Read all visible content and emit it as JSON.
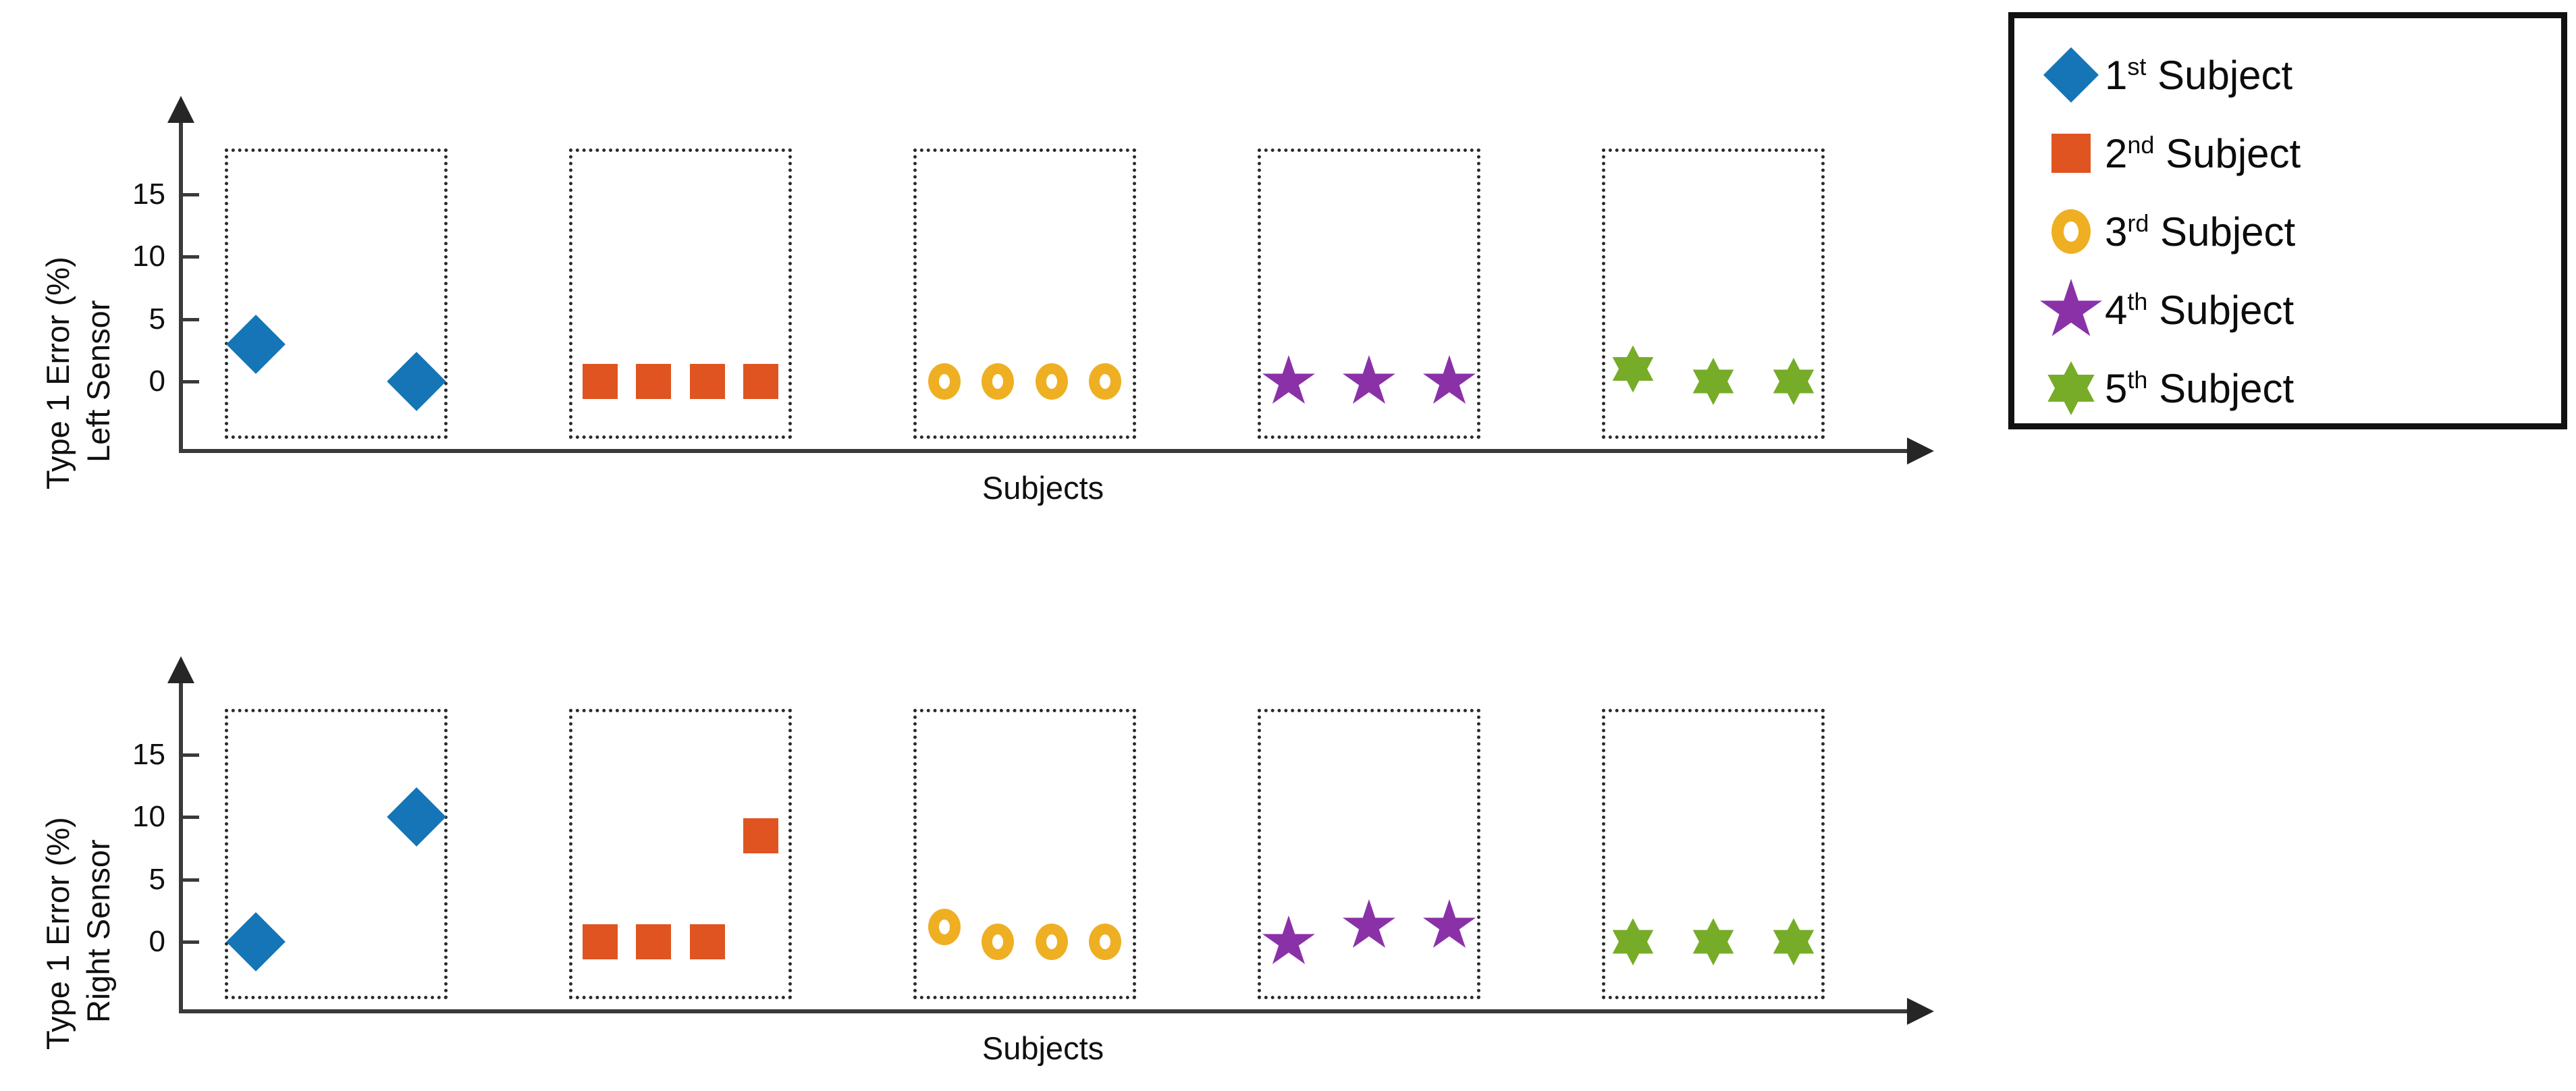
{
  "chart_data": [
    {
      "type": "scatter",
      "title": "",
      "panel_id": "left-sensor",
      "ylabel": "Type 1 Error (%)",
      "ylabel_line2": "Left Sensor",
      "xlabel": "Subjects",
      "yticks": [
        0,
        5,
        10,
        15
      ],
      "ytick_labels": [
        "0",
        "5",
        "10",
        "15"
      ],
      "ylim": [
        -3,
        19
      ],
      "grid": false,
      "legend_position": "right-outside",
      "groups": [
        {
          "name": "1st Subject",
          "marker": "diamond",
          "color": "#1575b6",
          "values": [
            3.0,
            0.0
          ]
        },
        {
          "name": "2nd Subject",
          "marker": "square",
          "color": "#df5421",
          "values": [
            0.0,
            0.0,
            0.0,
            0.0
          ]
        },
        {
          "name": "3rd Subject",
          "marker": "circle",
          "color": "#efaf22",
          "values": [
            0.0,
            0.0,
            0.0,
            0.0
          ]
        },
        {
          "name": "4th Subject",
          "marker": "star5",
          "color": "#8b31a8",
          "values": [
            0.0,
            0.0,
            0.0
          ]
        },
        {
          "name": "5th Subject",
          "marker": "star6",
          "color": "#76ac28",
          "values": [
            1.0,
            0.0,
            0.0
          ]
        }
      ]
    },
    {
      "type": "scatter",
      "title": "",
      "panel_id": "right-sensor",
      "ylabel": "Type 1 Error (%)",
      "ylabel_line2": "Right Sensor",
      "xlabel": "Subjects",
      "yticks": [
        0,
        5,
        10,
        15
      ],
      "ytick_labels": [
        "0",
        "5",
        "10",
        "15"
      ],
      "ylim": [
        -3,
        19
      ],
      "grid": false,
      "legend_position": "right-outside",
      "groups": [
        {
          "name": "1st Subject",
          "marker": "diamond",
          "color": "#1575b6",
          "values": [
            0.0,
            10.0
          ]
        },
        {
          "name": "2nd Subject",
          "marker": "square",
          "color": "#df5421",
          "values": [
            0.0,
            0.0,
            0.0,
            8.5
          ]
        },
        {
          "name": "3rd Subject",
          "marker": "circle",
          "color": "#efaf22",
          "values": [
            1.2,
            0.0,
            0.0,
            0.0
          ]
        },
        {
          "name": "4th Subject",
          "marker": "star5",
          "color": "#8b31a8",
          "values": [
            0.0,
            1.3,
            1.3
          ]
        },
        {
          "name": "5th Subject",
          "marker": "star6",
          "color": "#76ac28",
          "values": [
            0.0,
            0.0,
            0.0
          ]
        }
      ]
    }
  ],
  "panels": [
    {
      "id": "left-sensor",
      "ylabel_line1": "Type 1 Error (%)",
      "ylabel_line2": "Left Sensor",
      "xlabel": "Subjects",
      "ytick_labels": [
        "15",
        "10",
        "5",
        "0"
      ]
    },
    {
      "id": "right-sensor",
      "ylabel_line1": "Type 1 Error (%)",
      "ylabel_line2": "Right Sensor",
      "xlabel": "Subjects",
      "ytick_labels": [
        "15",
        "10",
        "5",
        "0"
      ]
    }
  ],
  "legend": {
    "items": [
      {
        "marker": "diamond",
        "color": "#1575b6",
        "ordinal": "1",
        "suffix": "st",
        "label": " Subject"
      },
      {
        "marker": "square",
        "color": "#df5421",
        "ordinal": "2",
        "suffix": "nd",
        "label": " Subject"
      },
      {
        "marker": "circle",
        "color": "#efaf22",
        "ordinal": "3",
        "suffix": "rd",
        "label": " Subject"
      },
      {
        "marker": "star5",
        "color": "#8b31a8",
        "ordinal": "4",
        "suffix": "th",
        "label": " Subject"
      },
      {
        "marker": "star6",
        "color": "#76ac28",
        "ordinal": "5",
        "suffix": "th",
        "label": " Subject"
      }
    ]
  },
  "colors": {
    "subject1": "#1575b6",
    "subject2": "#df5421",
    "subject3": "#efaf22",
    "subject4": "#8b31a8",
    "subject5": "#76ac28",
    "axis": "#3a3a3a",
    "text": "#101010"
  }
}
